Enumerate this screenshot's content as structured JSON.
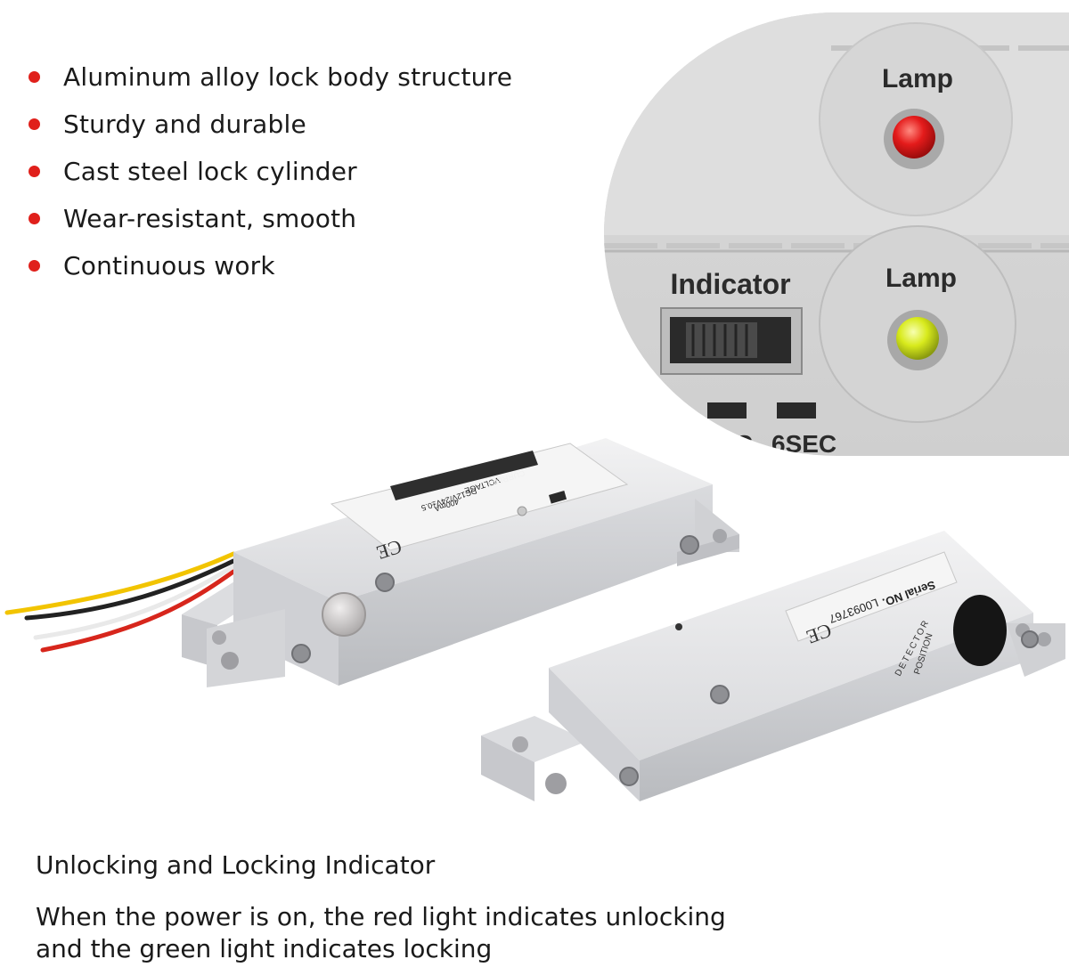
{
  "features": [
    {
      "text": "Aluminum alloy lock body structure"
    },
    {
      "text": "Sturdy and durable"
    },
    {
      "text": "Cast steel lock cylinder"
    },
    {
      "text": "Wear-resistant, smooth"
    },
    {
      "text": "Continuous work"
    }
  ],
  "zoom_detail": {
    "red_lamp_label": "Lamp",
    "green_lamp_label": "Lamp",
    "indicator_label": "Indicator",
    "delay_label_partial": "EC",
    "delay_label": "6SEC"
  },
  "product_labels": {
    "voltage": "VOLTAGE",
    "voltage_value": "DC12V/24V±0.5",
    "current": "CURRENT",
    "current_value": "400mA",
    "ce_mark": "CE",
    "serial": "Serial NO.",
    "serial_value": "L0093767",
    "detector": "DETECTOR",
    "position": "POSITION"
  },
  "caption": {
    "title": "Unlocking and Locking Indicator",
    "line1": "When the power is on, the red light indicates unlocking",
    "line2": "and the green light indicates locking"
  },
  "colors": {
    "bullet": "#e0201b",
    "red_lamp": "#e41b1b",
    "green_lamp": "#d8ea1c",
    "metal": "#dcdde0"
  }
}
